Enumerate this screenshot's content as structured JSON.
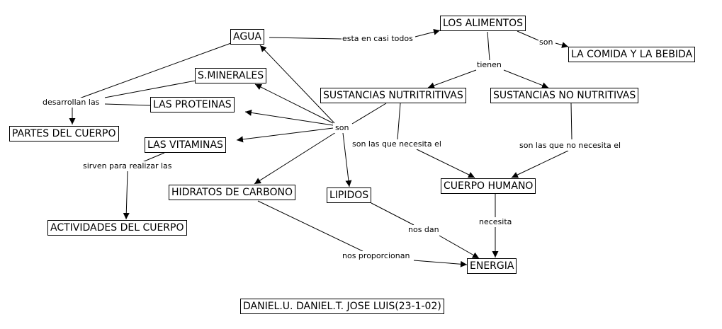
{
  "concepts": {
    "agua": "AGUA",
    "alimentos": "LOS ALIMENTOS",
    "comida_bebida": "LA COMIDA Y LA BEBIDA",
    "minerales": "S.MINERALES",
    "nutritivas": "SUSTANCIAS NUTRITRITIVAS",
    "no_nutritivas": "SUSTANCIAS NO NUTRITIVAS",
    "proteinas": "LAS PROTEINAS",
    "partes_cuerpo": "PARTES DEL CUERPO",
    "vitaminas": "LAS VITAMINAS",
    "hidratos": "HIDRATOS DE CARBONO",
    "lipidos": "LIPIDOS",
    "cuerpo_humano": "CUERPO HUMANO",
    "actividades": "ACTIVIDADES DEL CUERPO",
    "energia": "ENERGIA",
    "autores": "DANIEL.U. DANIEL.T. JOSE LUIS(23-1-02)"
  },
  "phrases": {
    "esta_en_casi_todos": "esta en casi todos",
    "son_comida": "son",
    "tienen": "tienen",
    "desarrollan_las": "desarrollan las",
    "son_centro": "son",
    "son_las_que_necesita": "son las que necesita el",
    "son_las_que_no_necesita": "son las que no  necesita el",
    "sirven_para": "sirven para realizar las",
    "necesita": "necesita",
    "nos_dan": "nos dan",
    "nos_proporcionan": "nos proporcionan"
  }
}
